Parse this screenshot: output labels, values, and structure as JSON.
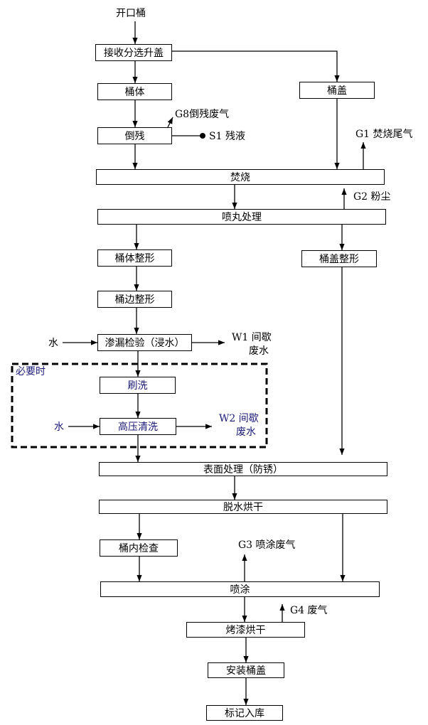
{
  "start_label": "开口桶",
  "nodes": {
    "receive": "接收分选升盖",
    "barrel_body": "桶体",
    "barrel_lid": "桶盖",
    "drain": "倒残",
    "incinerate": "焚烧",
    "shot_blast": "喷丸处理",
    "body_shaping": "桶体整形",
    "lid_shaping": "桶盖整形",
    "edge_shaping": "桶边整形",
    "leak_test": "渗漏检验（浸水）",
    "brush": "刷洗",
    "hp_wash": "高压清洗",
    "surface": "表面处理（防锈）",
    "dry": "脱水烘干",
    "inspect": "桶内检查",
    "spray": "喷涂",
    "bake": "烤漆烘干",
    "install_lid": "安装桶盖",
    "label_store": "标记入库"
  },
  "emissions": {
    "g8": "G8倒残废气",
    "s1": "S1 残液",
    "g1": "G1 焚烧尾气",
    "g2": "G2 粉尘",
    "w1_line1": "W1 间歇",
    "w1_line2": "废水",
    "w2_line1": "W2 间歇",
    "w2_line2": "废水",
    "g3": "G3 喷涂废气",
    "g4": "G4 废气"
  },
  "inputs": {
    "water1": "水",
    "water2": "水"
  },
  "optional_group_label": "必要时",
  "colors": {
    "line": "#000000",
    "optional_text": "#1a1a7a"
  }
}
